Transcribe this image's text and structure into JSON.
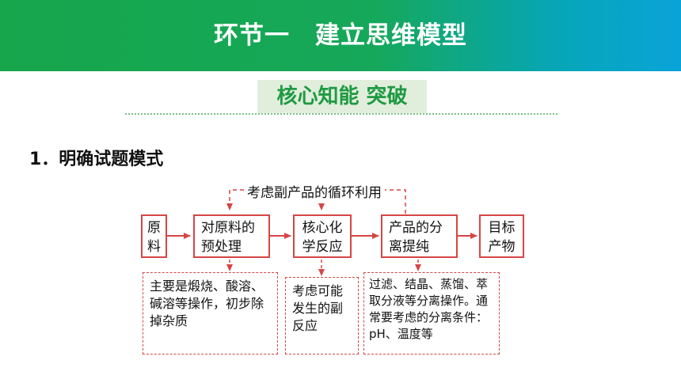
{
  "banner": {
    "title": "环节一　建立思维模型"
  },
  "section": {
    "tab_label": "核心知能 突破"
  },
  "heading": "1．明确试题模式",
  "diagram": {
    "recycle_label": "考虑副产品的循环利用",
    "steps": [
      "原料",
      "对原料的预处理",
      "核心化学反应",
      "产品的分离提纯",
      "目标产物"
    ],
    "notes": [
      "主要是煅烧、酸溶、碱溶等操作，初步除掉杂质",
      "考虑可能发生的副反应",
      "过滤、结晶、蒸馏、萃取分液等分离操作。通常要考虑的分离条件：pH、温度等"
    ]
  },
  "colors": {
    "accent": "#d64545",
    "banner_green": "#17a64c",
    "banner_blue": "#0aa3d8",
    "tab_green": "#1f9a43"
  }
}
